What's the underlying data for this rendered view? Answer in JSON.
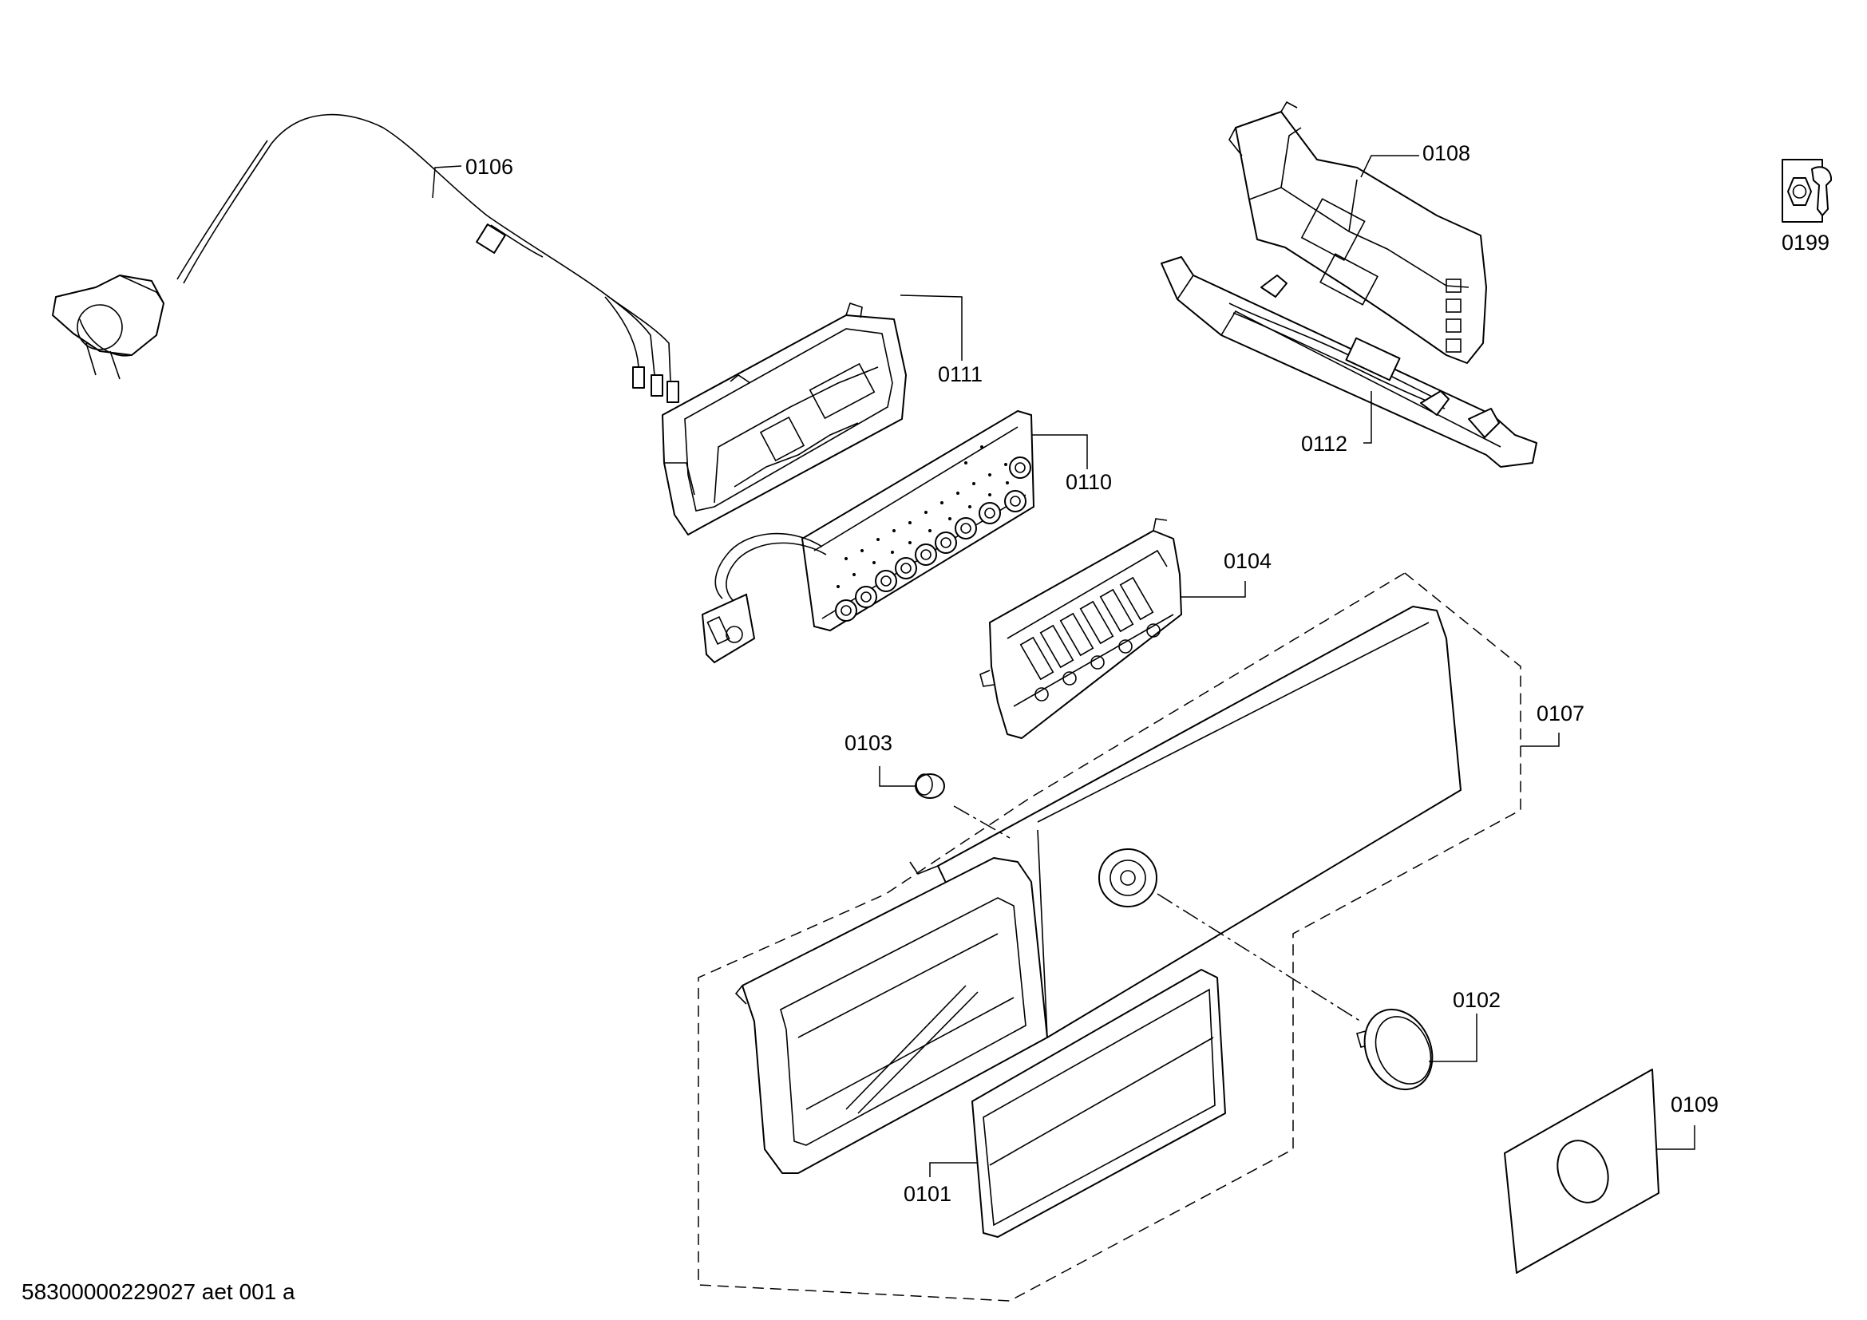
{
  "parts": [
    {
      "id": "p0101",
      "label": "0101"
    },
    {
      "id": "p0102",
      "label": "0102"
    },
    {
      "id": "p0103",
      "label": "0103"
    },
    {
      "id": "p0104",
      "label": "0104"
    },
    {
      "id": "p0106",
      "label": "0106"
    },
    {
      "id": "p0107",
      "label": "0107"
    },
    {
      "id": "p0108",
      "label": "0108"
    },
    {
      "id": "p0109",
      "label": "0109"
    },
    {
      "id": "p0110",
      "label": "0110"
    },
    {
      "id": "p0111",
      "label": "0111"
    },
    {
      "id": "p0112",
      "label": "0112"
    },
    {
      "id": "p0199",
      "label": "0199"
    }
  ],
  "icons": {
    "service_kit": "wrench-nut-icon"
  },
  "footer": {
    "drawing_id": "58300000229027 aet 001 a"
  }
}
